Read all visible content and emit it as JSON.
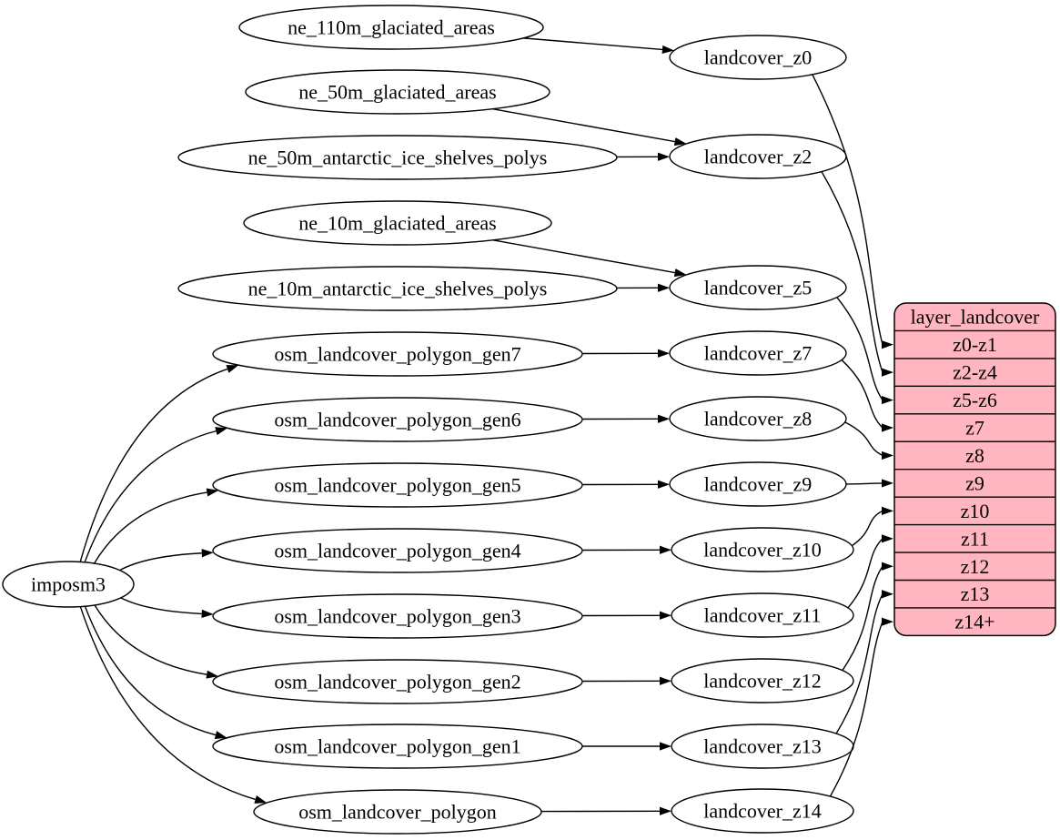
{
  "diagram": {
    "type": "graphviz-digraph",
    "colors": {
      "canvas_bg": "#ffffff",
      "node_fill": "#ffffff",
      "line": "#000000",
      "text": "#000000",
      "record_fill": "#ffb6c1"
    },
    "ellipse_nodes": [
      "imposm3",
      "ne_110m_glaciated_areas",
      "ne_50m_glaciated_areas",
      "ne_50m_antarctic_ice_shelves_polys",
      "ne_10m_glaciated_areas",
      "ne_10m_antarctic_ice_shelves_polys",
      "osm_landcover_polygon_gen7",
      "osm_landcover_polygon_gen6",
      "osm_landcover_polygon_gen5",
      "osm_landcover_polygon_gen4",
      "osm_landcover_polygon_gen3",
      "osm_landcover_polygon_gen2",
      "osm_landcover_polygon_gen1",
      "osm_landcover_polygon",
      "landcover_z0",
      "landcover_z2",
      "landcover_z5",
      "landcover_z7",
      "landcover_z8",
      "landcover_z9",
      "landcover_z10",
      "landcover_z11",
      "landcover_z12",
      "landcover_z13",
      "landcover_z14"
    ],
    "record": {
      "title": "layer_landcover",
      "rows": [
        "z0-z1",
        "z2-z4",
        "z5-z6",
        "z7",
        "z8",
        "z9",
        "z10",
        "z11",
        "z12",
        "z13",
        "z14+"
      ]
    },
    "edges": [
      {
        "from": "ne_110m_glaciated_areas",
        "to": "landcover_z0"
      },
      {
        "from": "ne_50m_glaciated_areas",
        "to": "landcover_z2"
      },
      {
        "from": "ne_50m_antarctic_ice_shelves_polys",
        "to": "landcover_z2"
      },
      {
        "from": "ne_10m_glaciated_areas",
        "to": "landcover_z5"
      },
      {
        "from": "ne_10m_antarctic_ice_shelves_polys",
        "to": "landcover_z5"
      },
      {
        "from": "osm_landcover_polygon_gen7",
        "to": "landcover_z7"
      },
      {
        "from": "osm_landcover_polygon_gen6",
        "to": "landcover_z8"
      },
      {
        "from": "osm_landcover_polygon_gen5",
        "to": "landcover_z9"
      },
      {
        "from": "osm_landcover_polygon_gen4",
        "to": "landcover_z10"
      },
      {
        "from": "osm_landcover_polygon_gen3",
        "to": "landcover_z11"
      },
      {
        "from": "osm_landcover_polygon_gen2",
        "to": "landcover_z12"
      },
      {
        "from": "osm_landcover_polygon_gen1",
        "to": "landcover_z13"
      },
      {
        "from": "osm_landcover_polygon",
        "to": "landcover_z14"
      },
      {
        "from": "imposm3",
        "to": "osm_landcover_polygon_gen7"
      },
      {
        "from": "imposm3",
        "to": "osm_landcover_polygon_gen6"
      },
      {
        "from": "imposm3",
        "to": "osm_landcover_polygon_gen5"
      },
      {
        "from": "imposm3",
        "to": "osm_landcover_polygon_gen4"
      },
      {
        "from": "imposm3",
        "to": "osm_landcover_polygon_gen3"
      },
      {
        "from": "imposm3",
        "to": "osm_landcover_polygon_gen2"
      },
      {
        "from": "imposm3",
        "to": "osm_landcover_polygon_gen1"
      },
      {
        "from": "imposm3",
        "to": "osm_landcover_polygon"
      },
      {
        "from": "landcover_z0",
        "to": "layer_landcover",
        "row": "z0-z1"
      },
      {
        "from": "landcover_z2",
        "to": "layer_landcover",
        "row": "z2-z4"
      },
      {
        "from": "landcover_z5",
        "to": "layer_landcover",
        "row": "z5-z6"
      },
      {
        "from": "landcover_z7",
        "to": "layer_landcover",
        "row": "z7"
      },
      {
        "from": "landcover_z8",
        "to": "layer_landcover",
        "row": "z8"
      },
      {
        "from": "landcover_z9",
        "to": "layer_landcover",
        "row": "z9"
      },
      {
        "from": "landcover_z10",
        "to": "layer_landcover",
        "row": "z10"
      },
      {
        "from": "landcover_z11",
        "to": "layer_landcover",
        "row": "z11"
      },
      {
        "from": "landcover_z12",
        "to": "layer_landcover",
        "row": "z12"
      },
      {
        "from": "landcover_z13",
        "to": "layer_landcover",
        "row": "z13"
      },
      {
        "from": "landcover_z14",
        "to": "layer_landcover",
        "row": "z14+"
      }
    ]
  }
}
